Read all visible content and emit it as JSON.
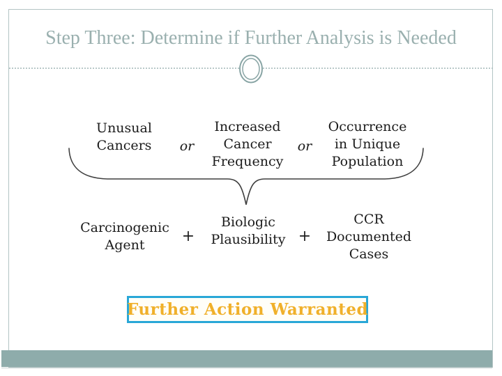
{
  "slide_title": "Step Three: Determine if Further Analysis is Needed",
  "criteria": {
    "connector": "or",
    "items": [
      {
        "lines": [
          "Unusual",
          "Cancers"
        ]
      },
      {
        "lines": [
          "Increased",
          "Cancer",
          "Frequency"
        ]
      },
      {
        "lines": [
          "Occurrence",
          "in Unique",
          "Population"
        ]
      }
    ]
  },
  "evidence": {
    "connector": "+",
    "items": [
      {
        "lines": [
          "Carcinogenic",
          "Agent"
        ]
      },
      {
        "lines": [
          "Biologic",
          "Plausibility"
        ]
      },
      {
        "lines": [
          "CCR",
          "Documented",
          "Cases"
        ]
      }
    ]
  },
  "conclusion_box": {
    "label": "Further Action Warranted"
  },
  "colors": {
    "accent_band": "#8EACAB",
    "title_text": "#9AB0AF",
    "frame_border": "#B3C4C4",
    "ornament_ring": "#89A5A5",
    "box_border": "#29A7D7",
    "box_text": "#F0B02A",
    "body_text": "#1B1B1B",
    "brace": "#3F3F3F"
  }
}
